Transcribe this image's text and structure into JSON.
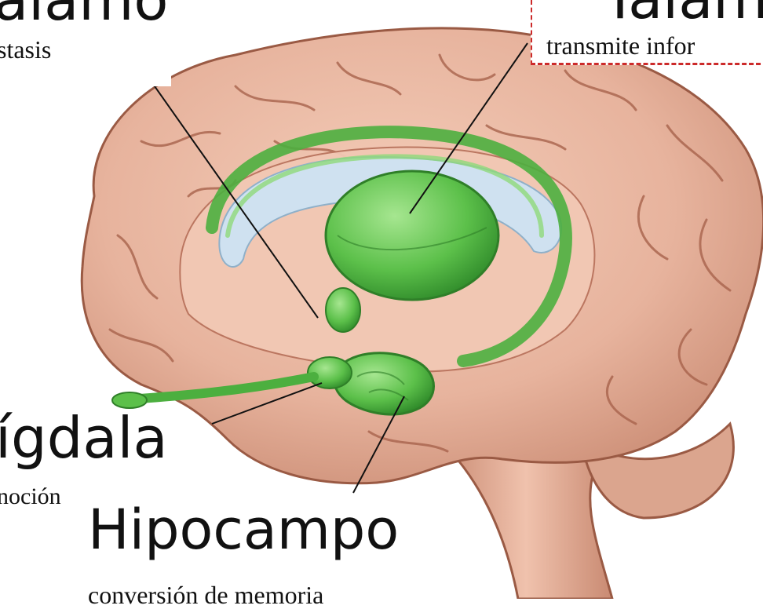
{
  "labels": {
    "hipotalamo": {
      "title": "alamo",
      "subtitle": "stasis"
    },
    "talamo": {
      "title": "Tálam",
      "subtitle": "transmite infor"
    },
    "amigdala": {
      "title": "ígdala",
      "subtitle": "noción"
    },
    "hipocampo": {
      "title": "Hipocampo",
      "subtitle": "conversión de memoria"
    }
  },
  "colors": {
    "cortex": "#e7b39d",
    "cortex_shadow": "#b9735d",
    "limbic_green": "#4caf3f",
    "limbic_light": "#8fd97a",
    "ventricle_blue": "#cfe1f0",
    "callout_line": "#111111",
    "dashed_border": "#cc2a2a"
  }
}
